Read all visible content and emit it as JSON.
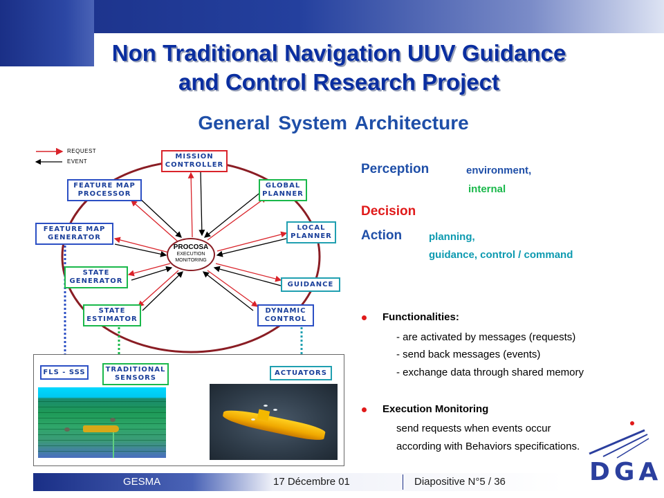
{
  "slide": {
    "title_line1": "Non Traditional Navigation UUV Guidance",
    "title_line2": "and Control Research Project",
    "subtitle": "General  System  Architecture"
  },
  "diagram": {
    "legend": {
      "request": "REQUEST",
      "event": "EVENT"
    },
    "nodes": {
      "mission_controller": [
        "MISSION",
        "CONTROLLER"
      ],
      "feature_map_processor": [
        "FEATURE MAP",
        "PROCESSOR"
      ],
      "global_planner": [
        "GLOBAL",
        "PLANNER"
      ],
      "feature_map_generator": [
        "FEATURE MAP",
        "GENERATOR"
      ],
      "local_planner": [
        "LOCAL",
        "PLANNER"
      ],
      "state_generator": [
        "STATE",
        "GENERATOR"
      ],
      "guidance": [
        "GUIDANCE"
      ],
      "state_estimator": [
        "STATE",
        "ESTIMATOR"
      ],
      "dynamic_control": [
        "DYNAMIC",
        "CONTROL"
      ],
      "fls_sss": [
        "FLS - SSS"
      ],
      "traditional_sensors": [
        "TRADITIONAL",
        "SENSORS"
      ],
      "actuators": [
        "ACTUATORS"
      ]
    },
    "procosa": {
      "name": "PROCOSA",
      "line2": "EXECUTION",
      "line3": "MONITORING"
    },
    "colors": {
      "request": "#d9232a",
      "event": "#000000",
      "ring": "#8a1d24",
      "blue_link": "#2b4fc4",
      "green_link": "#19b84a",
      "cyan_link": "#1f9fb0"
    }
  },
  "right_text": {
    "perception": "Perception",
    "perception_detail1": "environment,",
    "perception_detail2": "internal",
    "decision": "Decision",
    "action": "Action",
    "action_detail1": "planning,",
    "action_detail2": "guidance, control / command",
    "functionalities": {
      "heading": "Functionalities:",
      "items": [
        "- are activated by messages (requests)",
        "- send back messages (events)",
        "- exchange data through shared memory"
      ]
    },
    "execution_monitoring": {
      "heading": "Execution Monitoring",
      "items": [
        "send requests  when events occur",
        "according with Behaviors specifications."
      ]
    }
  },
  "footer": {
    "org": "GESMA",
    "date": "17 Décembre 01",
    "slide_number": "Diapositive N°5 / 36",
    "logo": "DGA"
  }
}
